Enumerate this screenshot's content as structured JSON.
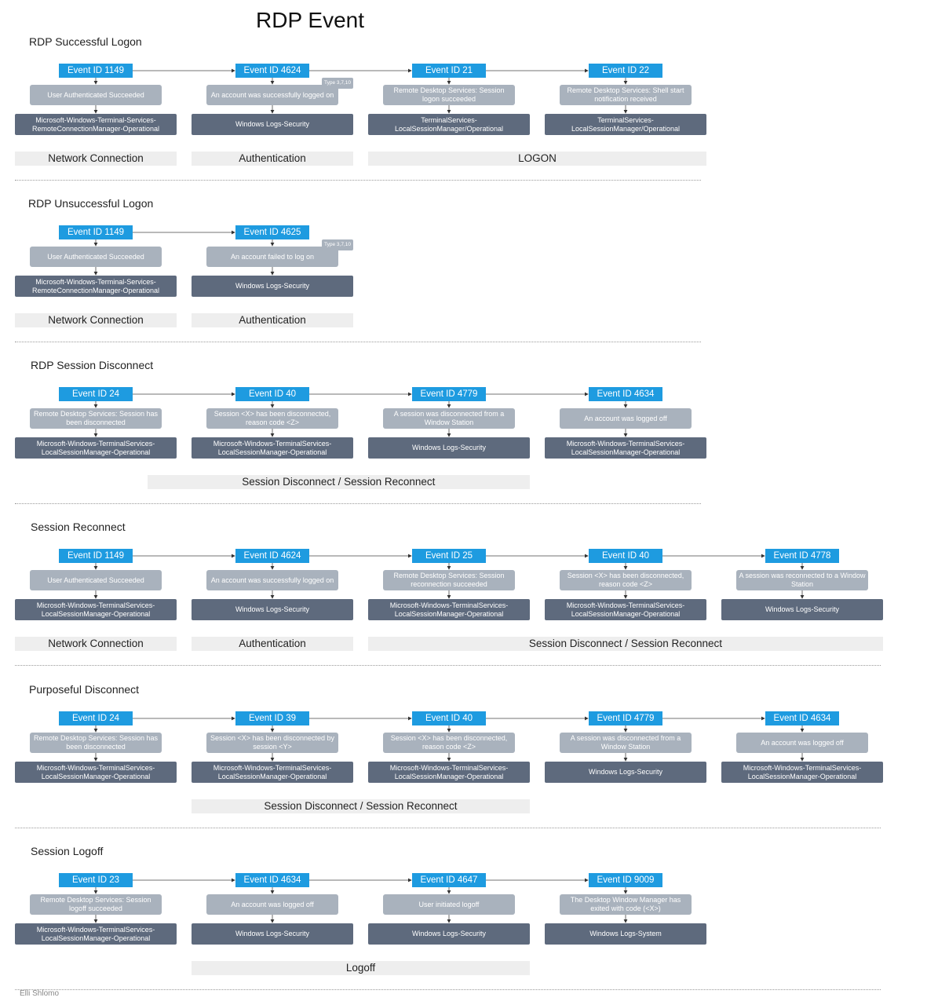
{
  "title": "RDP Event",
  "author": "Elli Shlomo",
  "sections": [
    {
      "title": "RDP Successful Logon",
      "events": [
        {
          "id": "Event ID 1149",
          "desc": "User Authenticated Succeeded",
          "source": "Microsoft-Windows-Terminal-Services-RemoteConnectionManager-Operational"
        },
        {
          "id": "Event ID 4624",
          "desc": "An account was successfully logged on",
          "source": "Windows Logs-Security",
          "badge": "Type 3,7,10"
        },
        {
          "id": "Event ID 21",
          "desc": "Remote Desktop Services: Session logon succeeded",
          "source": "TerminalServices-LocalSessionManager/Operational"
        },
        {
          "id": "Event ID 22",
          "desc": "Remote Desktop Services: Shell start notification received",
          "source": "TerminalServices-LocalSessionManager/Operational"
        }
      ],
      "phases": [
        {
          "label": "Network Connection",
          "from": 0,
          "to": 0
        },
        {
          "label": "Authentication",
          "from": 1,
          "to": 1
        },
        {
          "label": "LOGON",
          "from": 2,
          "to": 3
        }
      ]
    },
    {
      "title": "RDP Unsuccessful Logon",
      "events": [
        {
          "id": "Event ID 1149",
          "desc": "User Authenticated Succeeded",
          "source": "Microsoft-Windows-Terminal-Services-RemoteConnectionManager-Operational"
        },
        {
          "id": "Event ID 4625",
          "desc": "An account failed to log on",
          "source": "Windows Logs-Security",
          "badge": "Type 3,7,10"
        }
      ],
      "phases": [
        {
          "label": "Network Connection",
          "from": 0,
          "to": 0
        },
        {
          "label": "Authentication",
          "from": 1,
          "to": 1
        }
      ]
    },
    {
      "title": "RDP Session Disconnect",
      "events": [
        {
          "id": "Event ID 24",
          "desc": "Remote Desktop Services: Session has been disconnected",
          "source": "Microsoft-Windows-TerminalServices-LocalSessionManager-Operational"
        },
        {
          "id": "Event ID 40",
          "desc": "Session <X> has been disconnected, reason code <Z>",
          "source": "Microsoft-Windows-TerminalServices-LocalSessionManager-Operational"
        },
        {
          "id": "Event ID 4779",
          "desc": "A session was disconnected from a Window Station",
          "source": "Windows Logs-Security"
        },
        {
          "id": "Event ID 4634",
          "desc": "An account was logged off",
          "source": "Microsoft-Windows-TerminalServices-LocalSessionManager-Operational"
        }
      ],
      "phases": [
        {
          "label": "Session Disconnect / Session Reconnect",
          "from": 0.75,
          "to": 2
        }
      ]
    },
    {
      "title": "Session Reconnect",
      "events": [
        {
          "id": "Event ID 1149",
          "desc": "User Authenticated Succeeded",
          "source": "Microsoft-Windows-TerminalServices-LocalSessionManager-Operational"
        },
        {
          "id": "Event ID 4624",
          "desc": "An account was successfully logged on",
          "source": "Windows Logs-Security"
        },
        {
          "id": "Event ID 25",
          "desc": "Remote Desktop Services: Session reconnection succeeded",
          "source": "Microsoft-Windows-TerminalServices-LocalSessionManager-Operational"
        },
        {
          "id": "Event ID 40",
          "desc": "Session <X> has been disconnected, reason code <Z>",
          "source": "Microsoft-Windows-TerminalServices-LocalSessionManager-Operational"
        },
        {
          "id": "Event ID 4778",
          "desc": "A session was reconnected to a Window Station",
          "source": "Windows Logs-Security"
        }
      ],
      "phases": [
        {
          "label": "Network Connection",
          "from": 0,
          "to": 0
        },
        {
          "label": "Authentication",
          "from": 1,
          "to": 1
        },
        {
          "label": "Session Disconnect / Session Reconnect",
          "from": 2,
          "to": 4
        }
      ]
    },
    {
      "title": "Purposeful Disconnect",
      "events": [
        {
          "id": "Event ID 24",
          "desc": "Remote Desktop Services: Session has been disconnected",
          "source": "Microsoft-Windows-TerminalServices-LocalSessionManager-Operational"
        },
        {
          "id": "Event ID 39",
          "desc": "Session <X> has been disconnected by session <Y>",
          "source": "Microsoft-Windows-TerminalServices-LocalSessionManager-Operational"
        },
        {
          "id": "Event ID 40",
          "desc": "Session <X> has been disconnected, reason code <Z>",
          "source": "Microsoft-Windows-TerminalServices-LocalSessionManager-Operational"
        },
        {
          "id": "Event ID 4779",
          "desc": "A session was disconnected from a Window Station",
          "source": "Windows Logs-Security"
        },
        {
          "id": "Event ID 4634",
          "desc": "An account was logged off",
          "source": "Microsoft-Windows-TerminalServices-LocalSessionManager-Operational"
        }
      ],
      "phases": [
        {
          "label": "Session Disconnect / Session Reconnect",
          "from": 1,
          "to": 2
        }
      ]
    },
    {
      "title": "Session Logoff",
      "events": [
        {
          "id": "Event ID 23",
          "desc": "Remote Desktop Services: Session logoff succeeded",
          "source": "Microsoft-Windows-TerminalServices-LocalSessionManager-Operational"
        },
        {
          "id": "Event ID 4634",
          "desc": "An account was logged off",
          "source": "Windows Logs-Security"
        },
        {
          "id": "Event ID 4647",
          "desc": "User initiated logoff",
          "source": "Windows Logs-Security"
        },
        {
          "id": "Event ID 9009",
          "desc": "The Desktop Window Manager has exited with code (<X>)",
          "source": "Windows Logs-System"
        }
      ],
      "phases": [
        {
          "label": "Logoff",
          "from": 1,
          "to": 2
        }
      ]
    }
  ]
}
